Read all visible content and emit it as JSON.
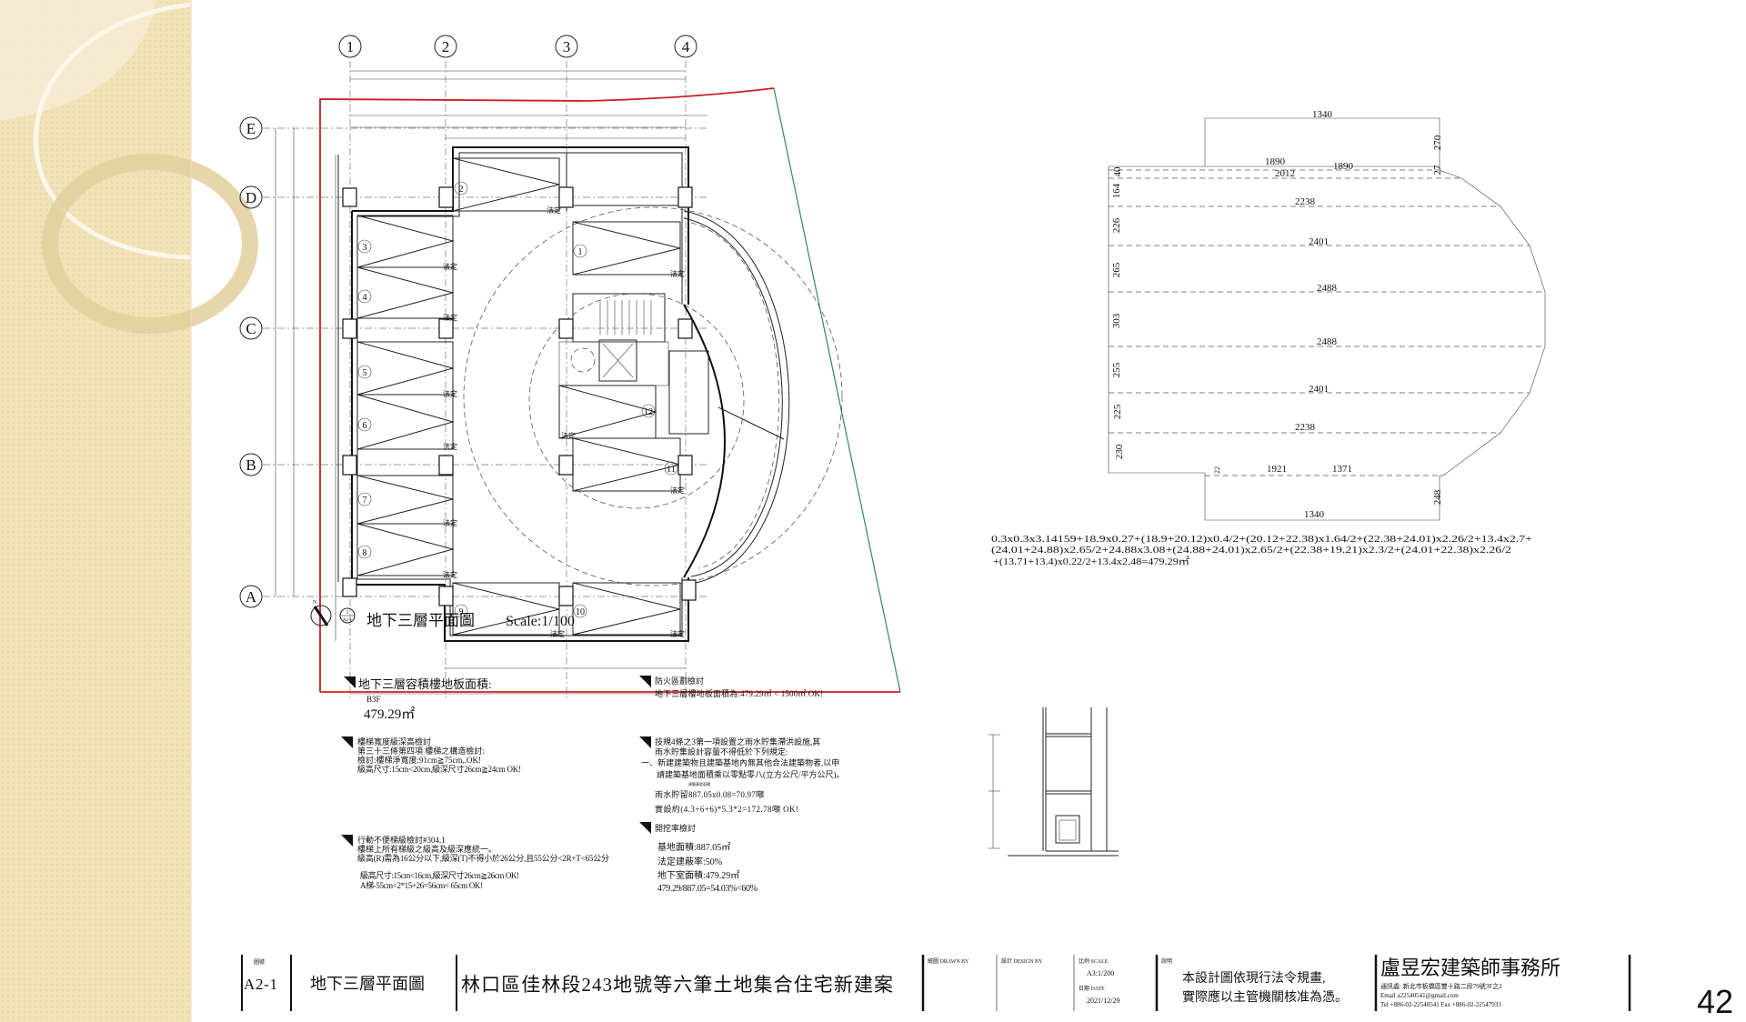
{
  "colors": {
    "sidebar": "#f1e2b8",
    "boundary": "#cc1f1f",
    "road_line": "#2e8b57"
  },
  "plan": {
    "grid_cols": [
      "1",
      "2",
      "3",
      "4"
    ],
    "grid_rows": [
      "E",
      "D",
      "C",
      "B",
      "A"
    ],
    "stalls": [
      "1",
      "2",
      "3",
      "4",
      "5",
      "6",
      "7",
      "8",
      "9",
      "10",
      "11",
      "12"
    ],
    "legal_label": "法定",
    "caption": {
      "sheet_ref_top": "1",
      "sheet_ref_bottom": "A2-1",
      "title": "地下三層平面圖",
      "scale": "Scale:1/100"
    },
    "north": "N"
  },
  "area_diagram": {
    "top_width": "1340",
    "top_height": "270",
    "dims_h": [
      "1890",
      "1890",
      "2012",
      "2238",
      "2401",
      "2488",
      "2488",
      "2401",
      "2238",
      "1921",
      "1371"
    ],
    "dims_v": [
      "40",
      "27",
      "164",
      "226",
      "265",
      "303",
      "255",
      "225",
      "230",
      "22",
      "248"
    ],
    "bottom_width": "1340",
    "formula": [
      "0.3x0.3x3.14159+18.9x0.27+(18.9+20.12)x0.4/2+(20.12+22.38)x1.64/2+(22.38+24.01)x2.26/2+13.4x2.7+",
      "(24.01+24.88)x2.65/2+24.88x3.08+(24.88+24.01)x2.65/2+(22.38+19.21)x2.3/2+(24.01+22.38)x2.26/2",
      "+(13.71+13.4)x0.22/2+13.4x2.48=479.29㎡"
    ]
  },
  "notes_left": [
    {
      "title": "地下三層容積樓地板面積:",
      "lines": [
        "B3F",
        "479.29㎡"
      ]
    },
    {
      "title": "樓梯寬度級深高檢討",
      "lines": [
        "第三十三條第四項 樓梯之構造檢討:",
        "檢討:樓梯淨寬度:91cm≧75cm,.OK!",
        "級高尺寸:15cm<20cm,級深尺寸26cm≧24cm OK!"
      ]
    },
    {
      "title": "行動不便梯級檢討#304.1",
      "lines": [
        "樓梯上所有梯級之級高及級深應統一。",
        "級高(R)需為16公分以下,級深(T)不得小於26公分,且55公分<2R+T<65公分",
        "級高尺寸:15cm<16cm,級深尺寸26cm≧26cm OK!",
        "A梯-55cm<2*15+26=56cm< 65cm OK!"
      ]
    }
  ],
  "notes_right": [
    {
      "title": "防火區劃檢討",
      "lines": [
        "地下三層樓地板面積為:479.29㎡ < 1500㎡ OK!"
      ]
    },
    {
      "title": "技規4條之3第一項設置之雨水貯集滯洪設施,其",
      "lines": [
        "雨水貯集設計容量不得低於下列規定:",
        "一、新建建築物且建築基地內無其他合法建築物者,以申",
        "請建築基地面積乘以零點零八(立方公尺/平方公尺)。",
        "建築基地面積",
        "雨水貯留887.05x0.08=70.97噸",
        "實設約(4.3+6+6)*5.3*2=172.78噸  OK!"
      ]
    },
    {
      "title": "開挖率檢討",
      "lines": [
        "基地面積:887.05㎡",
        "法定建蔽率:50%",
        "地下室面積:479.29㎡",
        "479.29/887.05=54.03%<60%"
      ]
    }
  ],
  "title_block": {
    "sheet_no_label": "圖號",
    "sheet_no": "A2-1",
    "drawing_title": "地下三層平面圖",
    "project": "林口區佳林段243地號等六筆土地集合住宅新建案",
    "drawn_by": "繪圖 DRAWN BY",
    "design_by": "設計 DESIGN BY",
    "scale_label": "比例 SCALE",
    "scale": "A3:1/200",
    "date_label": "日期 DATE",
    "date": "2021/12/29",
    "remarks_label": "說明",
    "remarks": [
      "本設計圖依現行法令規畫,",
      "實際應以主管機關核准為憑。"
    ],
    "firm": "盧昱宏建築師事務所",
    "address": "通訊處: 新北市板橋區雙十路二段79號3F之2",
    "email": "Email a22540541@gmail.com",
    "tel": "Tel +886-02-22540541 Fax +886-02-22547933"
  },
  "page_number": "42"
}
